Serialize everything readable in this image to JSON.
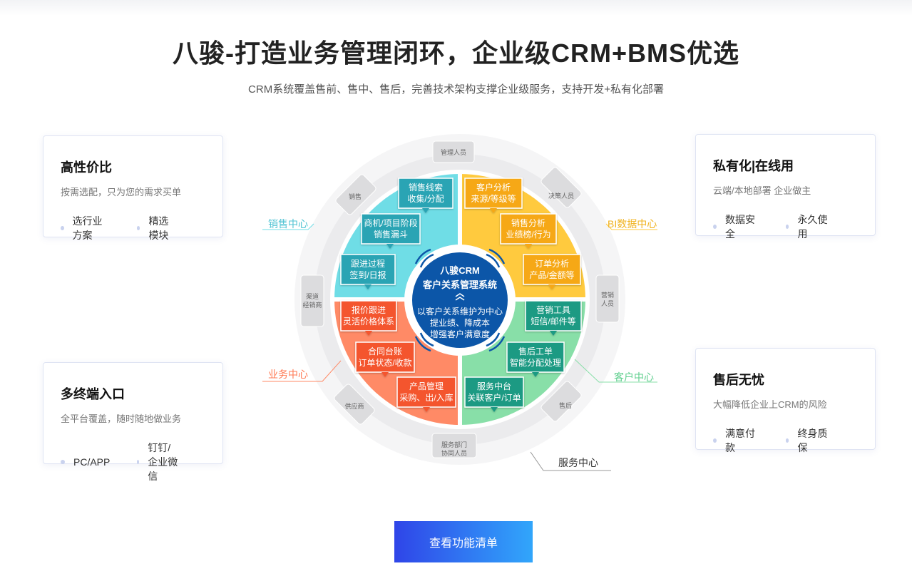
{
  "header": {
    "title": "八骏-打造业务管理闭环，企业级CRM+BMS优选",
    "subtitle": "CRM系统覆盖售前、售中、售后，完善技术架构支撑企业级服务，支持开发+私有化部署"
  },
  "cards": [
    {
      "title": "高性价比",
      "desc": "按需选配，只为您的需求买单",
      "features": [
        "选行业方案",
        "精选模块"
      ]
    },
    {
      "title": "多终端入口",
      "desc": "全平台覆盖，随时随地做业务",
      "features": [
        "PC/APP",
        "钉钉/企业微信"
      ]
    },
    {
      "title": "私有化|在线用",
      "desc": "云端/本地部署 企业做主",
      "features": [
        "数据安全",
        "永久使用"
      ]
    },
    {
      "title": "售后无忧",
      "desc": "大幅降低企业上CRM的风险",
      "features": [
        "满意付款",
        "终身质保"
      ]
    }
  ],
  "diagram": {
    "center": {
      "title_line1": "八骏CRM",
      "title_line2": "客户关系管理系统",
      "desc_line1": "以客户关系维护为中心",
      "desc_line2": "提业绩、降成本",
      "desc_line3": "增强客户满意度"
    },
    "centers": {
      "sales": "销售中心",
      "bi": "BI数据中心",
      "business": "业务中心",
      "customer": "客户中心",
      "service": "服务中心"
    },
    "roles": {
      "manager": "管理人员",
      "decision": "决策人员",
      "marketing_1": "营销",
      "marketing_2": "人员",
      "after_sales": "售后",
      "service_dept_1": "服务部门",
      "service_dept_2": "协同人员",
      "supplier": "供应商",
      "channel_1": "渠道",
      "channel_2": "经销商",
      "sales": "销售"
    },
    "modules": {
      "sales_lead_1": "销售线索",
      "sales_lead_2": "收集/分配",
      "opportunity_1": "商机/项目阶段",
      "opportunity_2": "销售漏斗",
      "follow_1": "跟进过程",
      "follow_2": "签到/日报",
      "cust_analysis_1": "客户分析",
      "cust_analysis_2": "来源/等级等",
      "sales_analysis_1": "销售分析",
      "sales_analysis_2": "业绩榜/行为",
      "order_analysis_1": "订单分析",
      "order_analysis_2": "产品/金额等",
      "quote_1": "报价跟进",
      "quote_2": "灵活价格体系",
      "contract_1": "合同台账",
      "contract_2": "订单状态/收款",
      "product_1": "产品管理",
      "product_2": "采购、出/入库",
      "marketing_tool_1": "营销工具",
      "marketing_tool_2": "短信/邮件等",
      "ticket_1": "售后工单",
      "ticket_2": "智能分配处理",
      "service_platform_1": "服务中台",
      "service_platform_2": "关联客户/订单"
    }
  },
  "cta": {
    "label": "查看功能清单"
  },
  "colors": {
    "cyan": "#6fdde6",
    "cyan_box": "#2aa4b4",
    "yellow": "#ffca3e",
    "yellow_box": "#f6a817",
    "orange": "#ff8a66",
    "orange_box": "#f4552f",
    "green": "#88dfa8",
    "green_box": "#1d9a83",
    "center": "#0c56a8"
  }
}
